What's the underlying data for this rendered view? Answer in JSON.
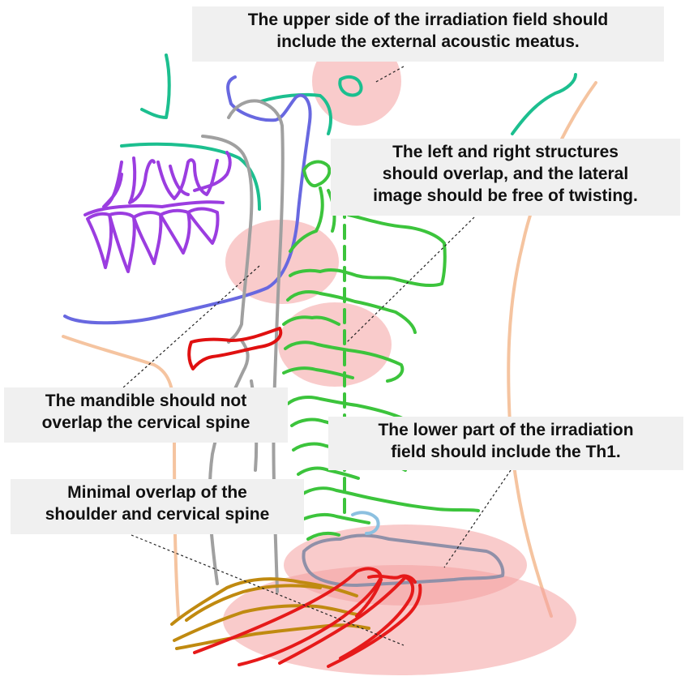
{
  "callouts": {
    "upper_field": {
      "line1": "The upper side of the irradiation field should",
      "line2": "include the external acoustic meatus."
    },
    "overlap_structures": {
      "line1": "The left and right structures",
      "line2": "should overlap, and the lateral",
      "line3": "image should be free of twisting."
    },
    "mandible": {
      "line1": "The mandible should not",
      "line2": "overlap the cervical spine"
    },
    "lower_field": {
      "line1": "The lower part of the irradiation",
      "line2": "field should include the Th1."
    },
    "shoulder": {
      "line1": "Minimal overlap of the",
      "line2": "shoulder and cervical spine"
    }
  },
  "colors": {
    "callout_bg": "#f0f0f0",
    "highlight": "#f4a0a0",
    "vertebrae": "#3cc43c",
    "skull_base": "#1cbf8f",
    "teeth": "#9b3de0",
    "mandible": "#6868e0",
    "hyoid": "#e01010",
    "airway": "#a0a0a0",
    "skin": "#f5c4a0",
    "clavicle": "#c08a10",
    "ribs": "#e61a1a",
    "th1": "#9090a8"
  },
  "icons": [
    "skull-outline",
    "teeth",
    "mandible",
    "cervical-spine",
    "hyoid-bone",
    "airway",
    "clavicle",
    "ribs"
  ]
}
